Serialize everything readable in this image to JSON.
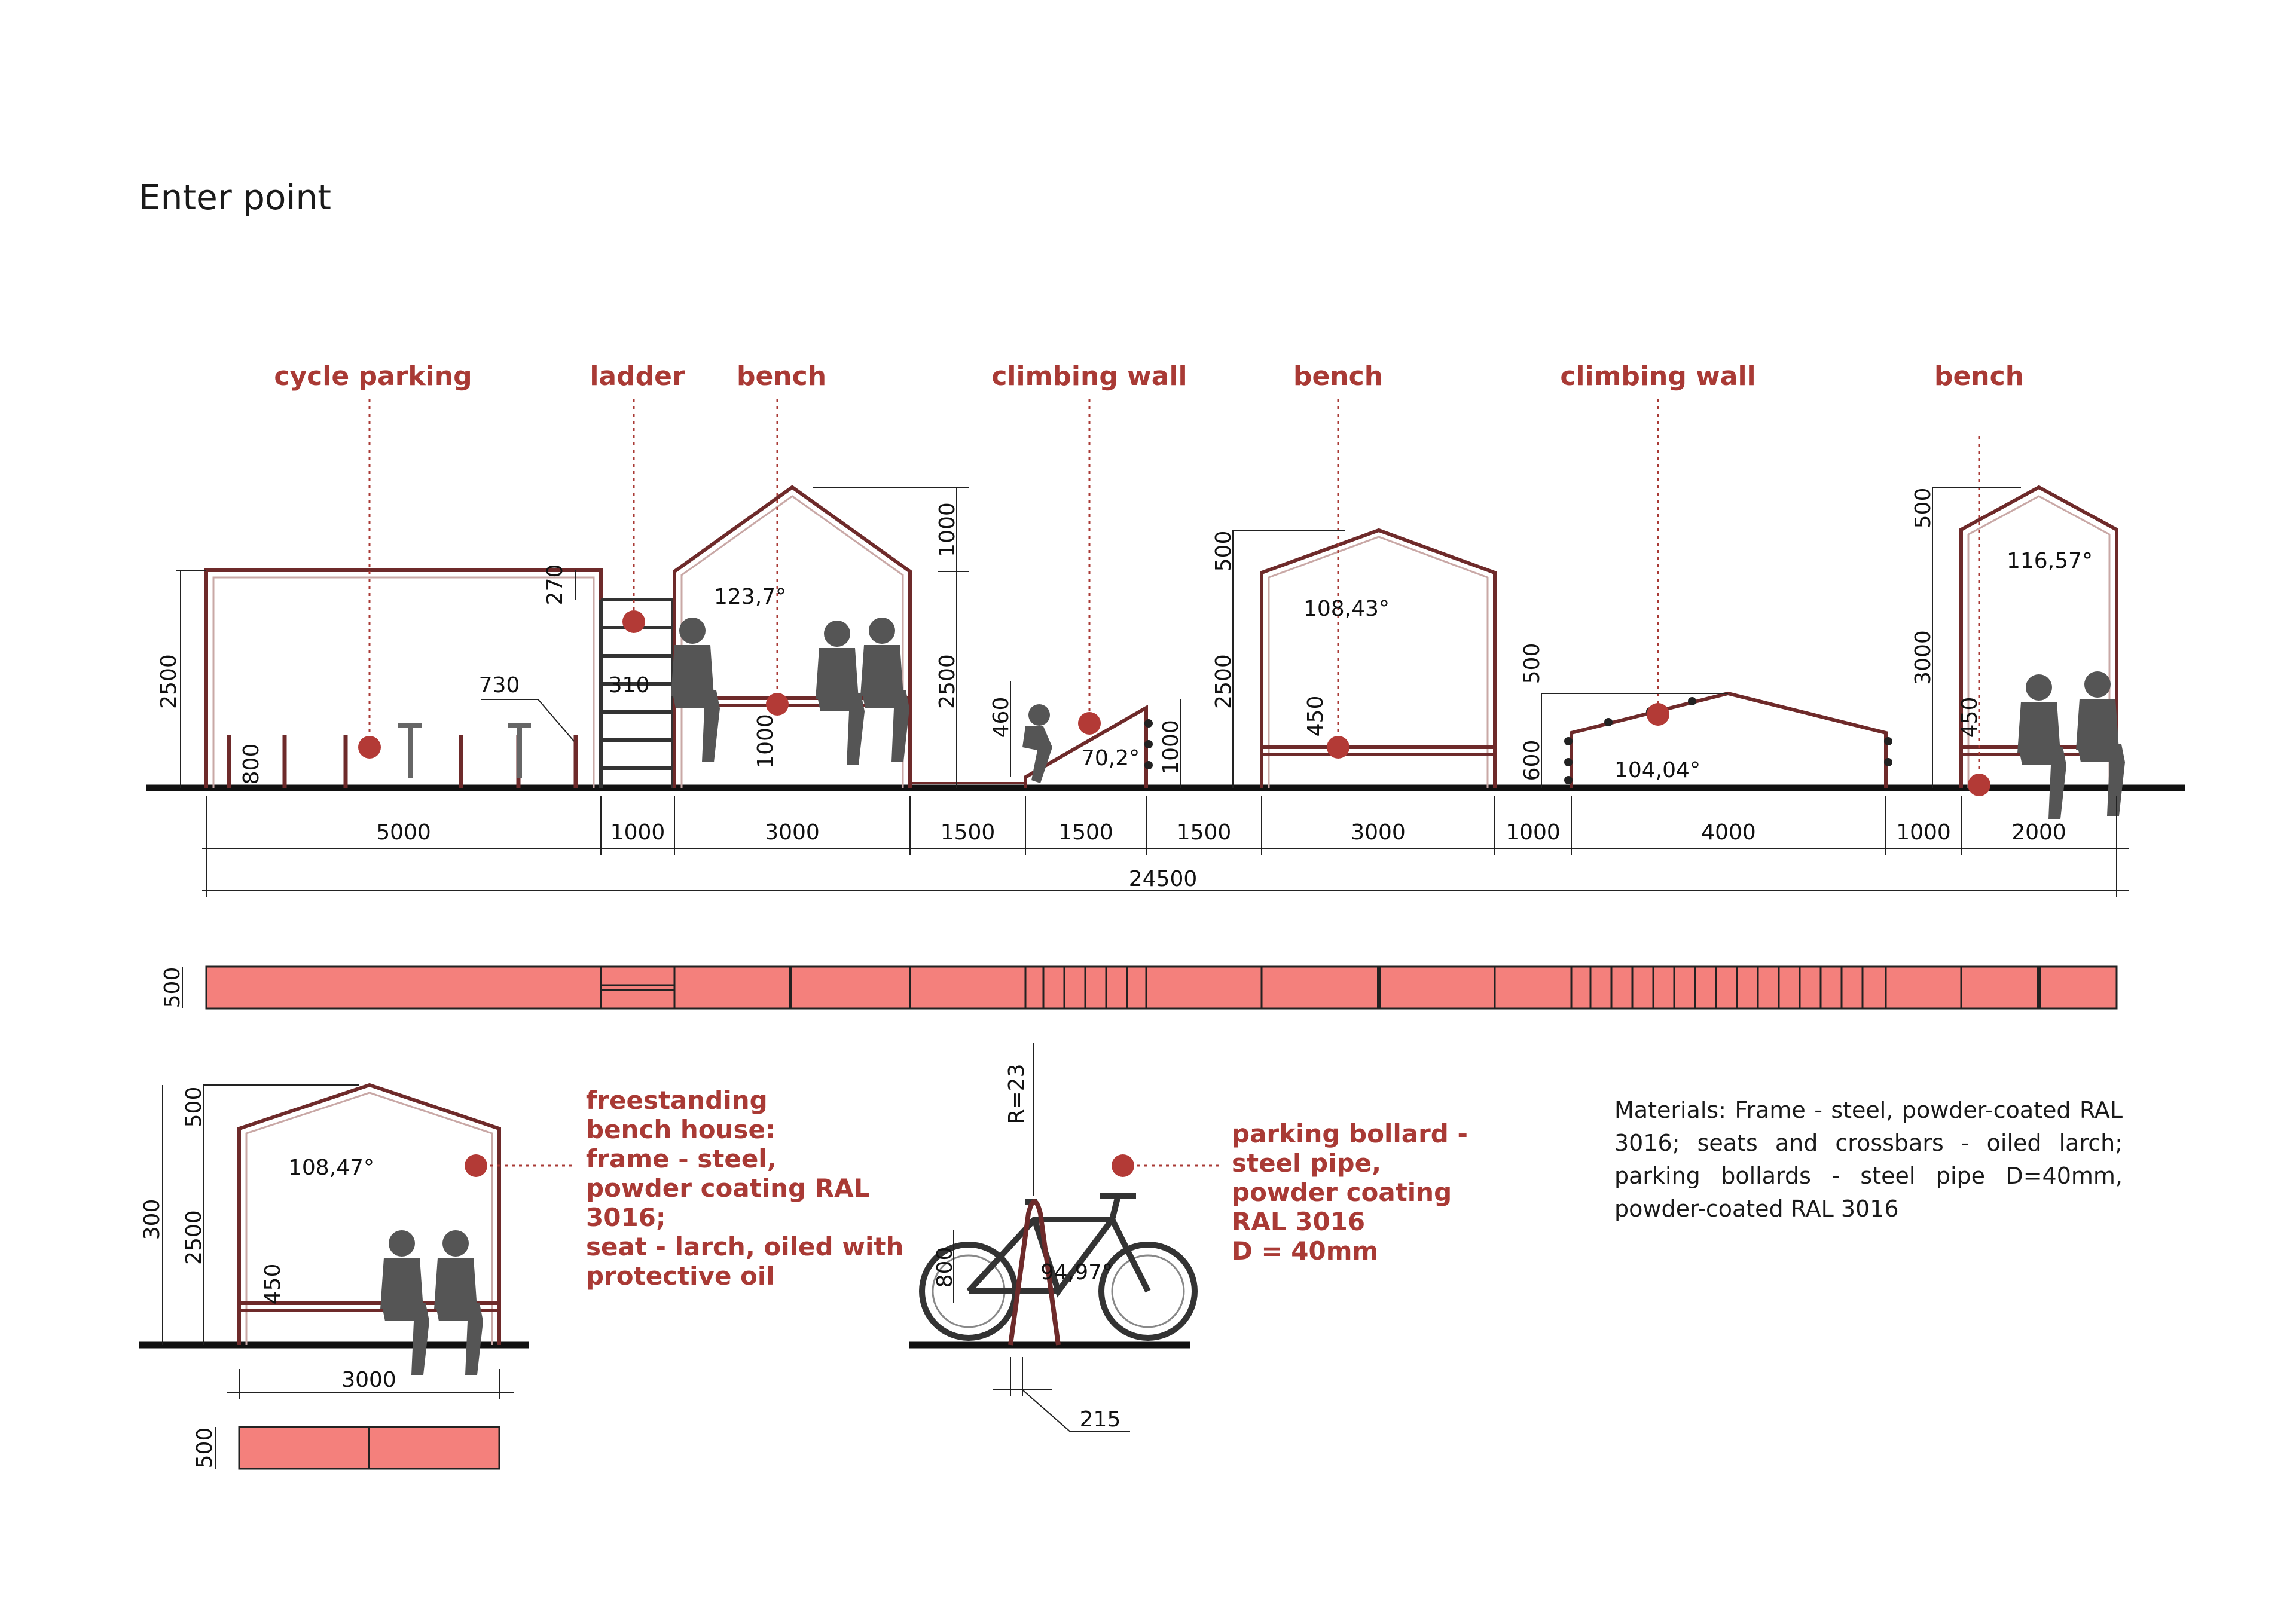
{
  "title": "Enter point",
  "colors": {
    "accent": "#a93a35",
    "frame": "#6e2a2a",
    "plan_fill": "#f4807c",
    "ink": "#111111",
    "figure": "#555555"
  },
  "labels": {
    "cycle_parking": "cycle parking",
    "ladder": "ladder",
    "bench_1": "bench",
    "climbing_wall_1": "climbing wall",
    "bench_2": "bench",
    "climbing_wall_2": "climbing wall",
    "bench_3": "bench"
  },
  "dims": {
    "h2500_a": "2500",
    "d270": "270",
    "d730": "730",
    "d310": "310",
    "d800": "800",
    "angle_123": "123,7°",
    "d1000_roof": "1000",
    "d2500_b": "2500",
    "d1000_seat": "1000",
    "d460": "460",
    "angle_70": "70,2°",
    "d1000_wall": "1000",
    "d500_b2": "500",
    "d2500_b2": "2500",
    "angle_108_43": "108,43°",
    "d450_b2": "450",
    "d500_cw": "500",
    "d600_cw": "600",
    "angle_104": "104,04°",
    "d500_b3": "500",
    "d3000_b3": "3000",
    "angle_116": "116,57°",
    "d450_b3": "450",
    "plan_500": "500",
    "seg": [
      "5000",
      "1000",
      "3000",
      "1500",
      "1500",
      "1500",
      "3000",
      "1000",
      "4000",
      "1000",
      "2000"
    ],
    "total": "24500"
  },
  "detail_house": {
    "d500": "500",
    "d300": "300",
    "d2500": "2500",
    "angle": "108,47°",
    "d450": "450",
    "width": "3000",
    "plan_500": "500",
    "callout": [
      "freestanding",
      "bench house:",
      "frame - steel,",
      "powder coating RAL",
      "3016;",
      "seat - larch, oiled with",
      "protective oil"
    ]
  },
  "detail_bollard": {
    "radius": "R=23",
    "d800": "800",
    "angle": "94,97°",
    "d215": "215",
    "callout": [
      "parking bollard -",
      "steel pipe,",
      "powder coating",
      "RAL 3016",
      "D = 40mm"
    ]
  },
  "materials": "Materials: Frame - steel, powder-coated RAL 3016; seats and crossbars - oiled larch; parking bollards - steel pipe D=40mm, powder-coated RAL 3016"
}
